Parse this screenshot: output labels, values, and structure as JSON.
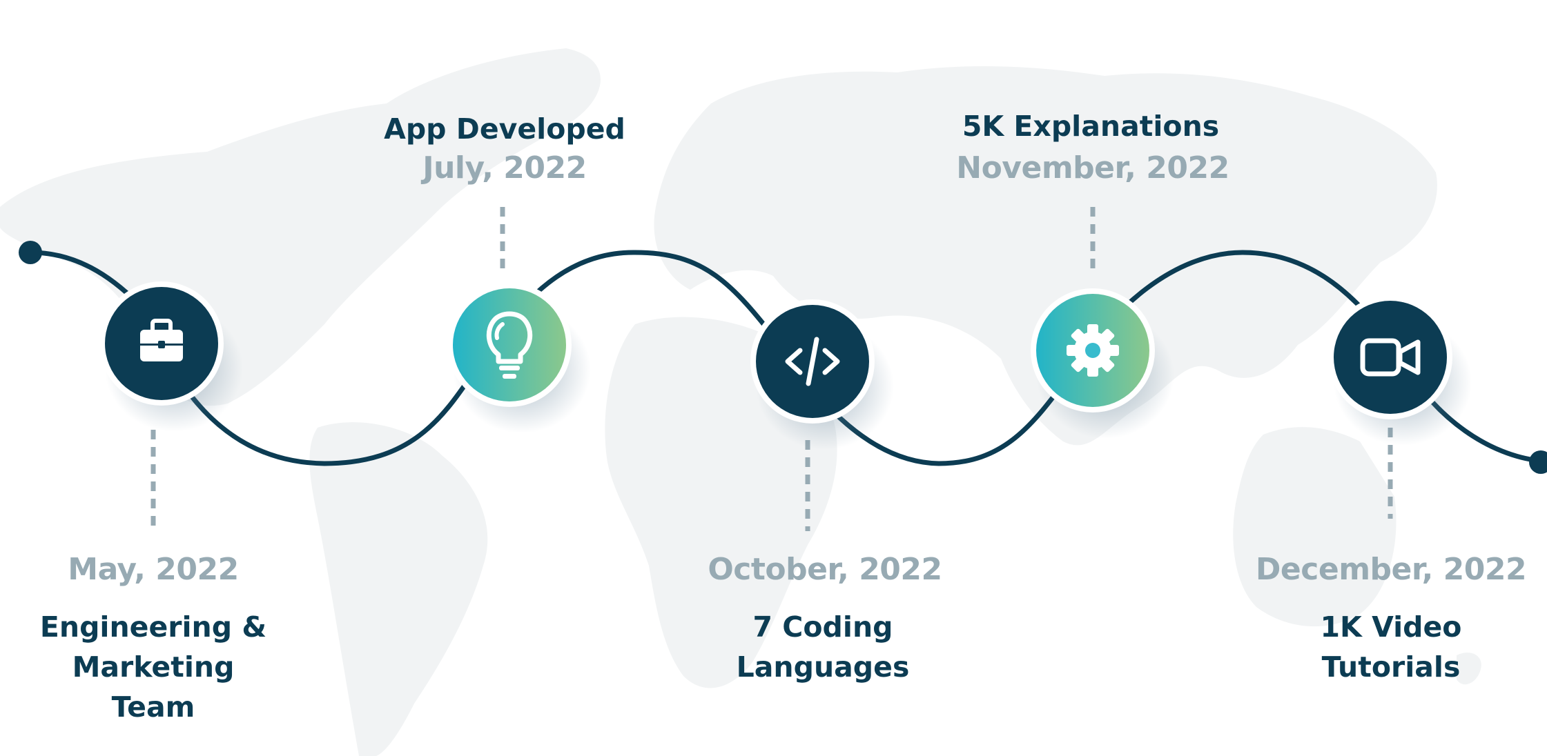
{
  "colors": {
    "primary": "#0c3c53",
    "date": "#97aab3",
    "gradient_start": "#22b4c8",
    "gradient_end": "#8cc88c",
    "map": "#f1f3f4"
  },
  "milestones": [
    {
      "date": "May, 2022",
      "title_lines": [
        "Engineering &",
        "Marketing",
        "Team"
      ],
      "icon": "briefcase-icon",
      "style": "dark"
    },
    {
      "date": "July, 2022",
      "title_lines": [
        "App Developed"
      ],
      "icon": "lightbulb-icon",
      "style": "gradient"
    },
    {
      "date": "October, 2022",
      "title_lines": [
        "7 Coding",
        "Languages"
      ],
      "icon": "code-icon",
      "style": "dark"
    },
    {
      "date": "November, 2022",
      "title_lines": [
        "5K Explanations"
      ],
      "icon": "gear-icon",
      "style": "gradient"
    },
    {
      "date": "December, 2022",
      "title_lines": [
        "1K Video",
        "Tutorials"
      ],
      "icon": "video-camera-icon",
      "style": "dark"
    }
  ]
}
